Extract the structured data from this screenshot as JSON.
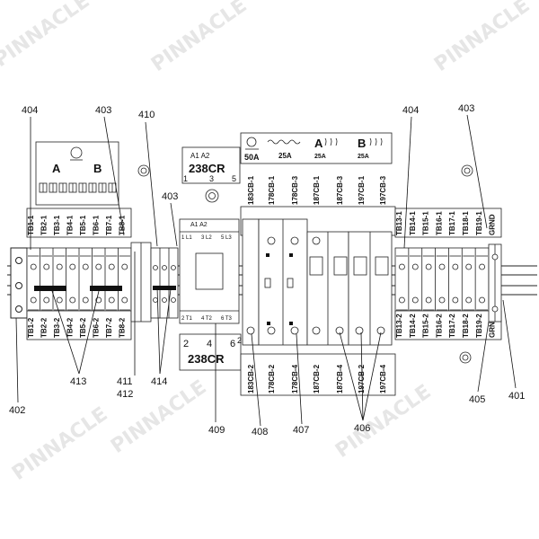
{
  "watermark": "PINNACLE",
  "callouts": {
    "c404a": "404",
    "c403a": "403",
    "c410": "410",
    "c403b": "403",
    "c404b": "404",
    "c403c": "403",
    "c402": "402",
    "c413": "413",
    "c411": "411",
    "c412": "412",
    "c414": "414",
    "c409": "409",
    "c408": "408",
    "c407": "407",
    "c406": "406",
    "c405": "405",
    "c401": "401"
  },
  "top_left_labels": [
    "TB1-1",
    "TB2-1",
    "TB3-1",
    "TB4-1",
    "TB5-1",
    "TB6-1",
    "TB7-1",
    "TB8-1"
  ],
  "bottom_left_labels": [
    "TB1-2",
    "TB2-2",
    "TB3-2",
    "TB4-2",
    "TB5-2",
    "TB6-2",
    "TB7-2",
    "TB8-2"
  ],
  "top_right_labels": [
    "TB13-1",
    "TB14-1",
    "TB15-1",
    "TB16-1",
    "TB17-1",
    "TB18-1",
    "TB19-1",
    "GRND"
  ],
  "bottom_right_labels": [
    "TB13-2",
    "TB14-2",
    "TB15-2",
    "TB16-2",
    "TB17-2",
    "TB18-2",
    "TB19-2",
    "GRND"
  ],
  "breaker_top_labels": [
    "183CB-1",
    "178CB-1",
    "178CB-3",
    "187CB-1",
    "187CB-3",
    "197CB-1",
    "197CB-3"
  ],
  "breaker_bottom_labels": [
    "183CB-2",
    "178CB-2",
    "178CB-4",
    "187CB-2",
    "187CB-4",
    "197CB-2",
    "197CB-4"
  ],
  "legend_box": {
    "a": "A",
    "b": "B"
  },
  "relay": {
    "name": "238CR",
    "top_coil": "A1   A2",
    "top_nums": [
      "1",
      "3",
      "5"
    ],
    "bottom_nums": [
      "2",
      "4",
      "6"
    ],
    "terminal_top": [
      "1 L1",
      "3 L2",
      "5 L3"
    ],
    "terminal_bottom": [
      "2 T1",
      "4 T2",
      "6 T3"
    ],
    "coil": "A1  A2"
  },
  "rating_box": {
    "amps": [
      "50A",
      "25A",
      "25A",
      "25A"
    ],
    "letters": [
      "A",
      "B"
    ]
  },
  "misc": {
    "two": "2"
  }
}
